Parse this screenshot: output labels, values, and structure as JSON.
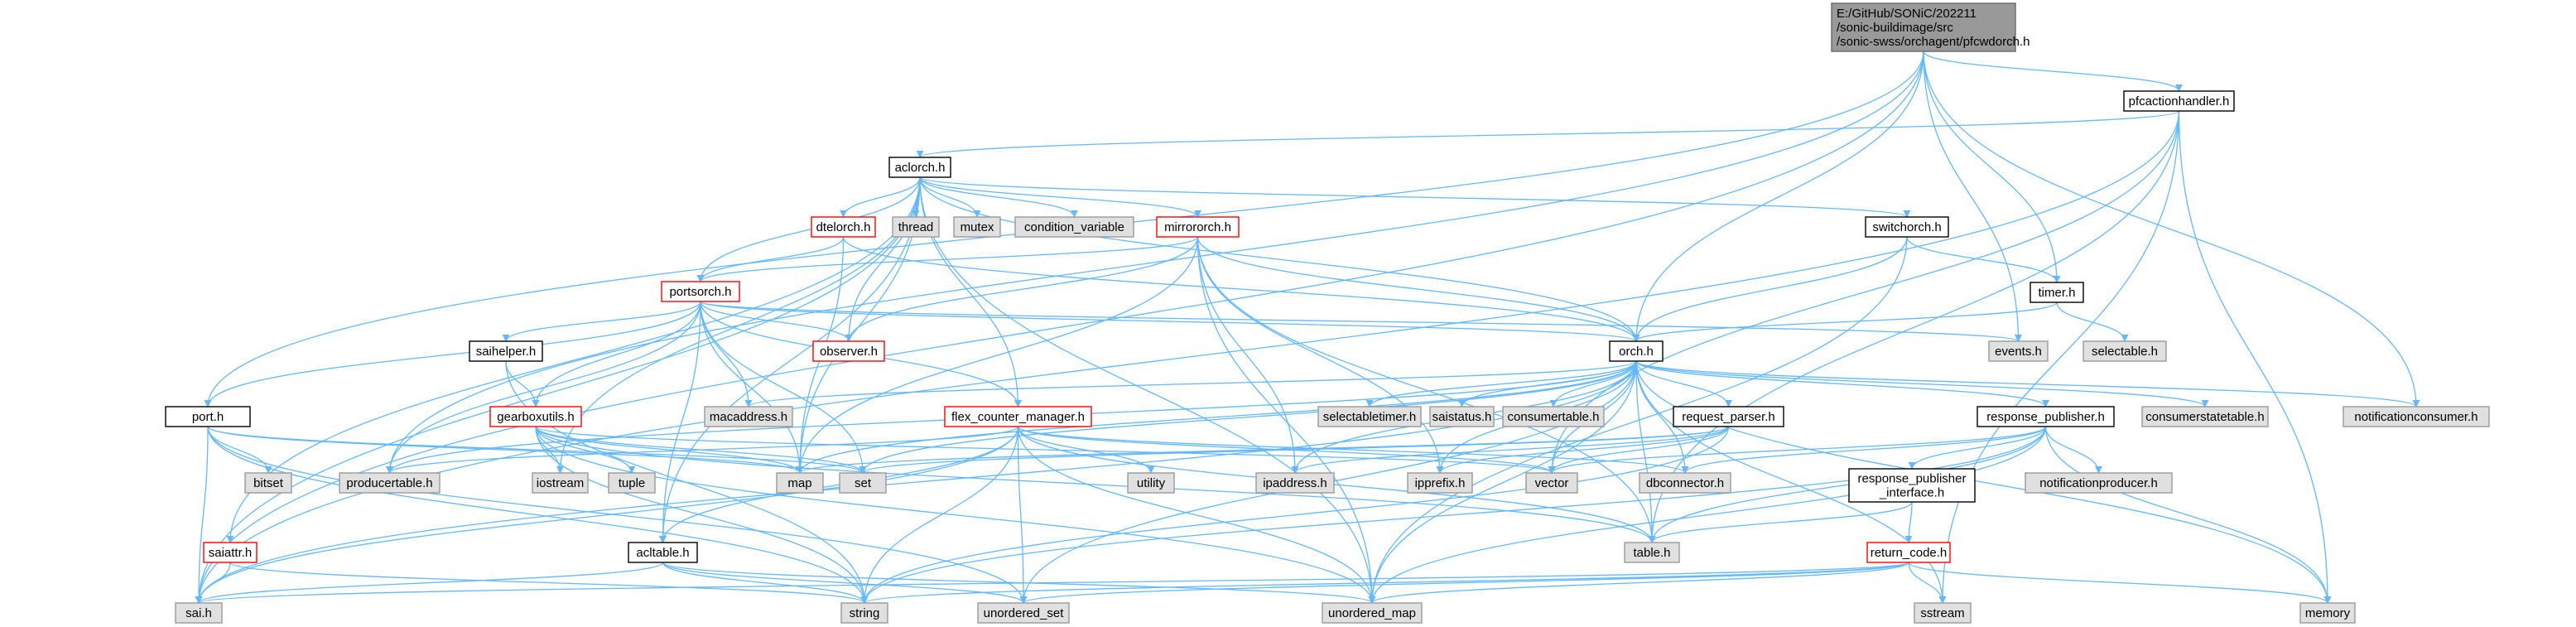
{
  "graph": {
    "title_lines": [
      "E:/GitHub/SONiC/202211",
      "/sonic-buildimage/src",
      "/sonic-swss/orchagent/pfcwdorch.h"
    ],
    "colors": {
      "background": "#ffffff",
      "edge": "#63b8ff",
      "root_fill": "#999999",
      "root_border": "#666666",
      "file_fill": "#ffffff",
      "file_border": "#000000",
      "truncated_border": "#ff0000",
      "external_fill": "#e0e0e0",
      "external_border": "#999999"
    },
    "nodes": {
      "root": {
        "lines": [
          "E:/GitHub/SONiC/202211",
          "/sonic-buildimage/src",
          "/sonic-swss/orchagent/pfcwdorch.h"
        ],
        "kind": "root"
      },
      "pfcactionhandler": {
        "lines": [
          "pfcactionhandler.h"
        ],
        "kind": "file"
      },
      "aclorch": {
        "lines": [
          "aclorch.h"
        ],
        "kind": "file"
      },
      "switchorch": {
        "lines": [
          "switchorch.h"
        ],
        "kind": "file"
      },
      "timer": {
        "lines": [
          "timer.h"
        ],
        "kind": "file"
      },
      "dtelorch": {
        "lines": [
          "dtelorch.h"
        ],
        "kind": "truncated"
      },
      "mirrororch": {
        "lines": [
          "mirrororch.h"
        ],
        "kind": "truncated"
      },
      "portsorch": {
        "lines": [
          "portsorch.h"
        ],
        "kind": "truncated"
      },
      "observer": {
        "lines": [
          "observer.h"
        ],
        "kind": "truncated"
      },
      "orch": {
        "lines": [
          "orch.h"
        ],
        "kind": "file"
      },
      "saihelper": {
        "lines": [
          "saihelper.h"
        ],
        "kind": "file"
      },
      "gearboxutils": {
        "lines": [
          "gearboxutils.h"
        ],
        "kind": "truncated"
      },
      "port": {
        "lines": [
          "port.h"
        ],
        "kind": "file"
      },
      "flex_counter_manager": {
        "lines": [
          "flex_counter_manager.h"
        ],
        "kind": "truncated"
      },
      "request_parser": {
        "lines": [
          "request_parser.h"
        ],
        "kind": "file"
      },
      "response_publisher": {
        "lines": [
          "response_publisher.h"
        ],
        "kind": "file"
      },
      "response_publisher_interface": {
        "lines": [
          "response_publisher",
          "_interface.h"
        ],
        "kind": "file"
      },
      "return_code": {
        "lines": [
          "return_code.h"
        ],
        "kind": "truncated"
      },
      "saiattr": {
        "lines": [
          "saiattr.h"
        ],
        "kind": "truncated"
      },
      "acltable": {
        "lines": [
          "acltable.h"
        ],
        "kind": "file"
      },
      "thread": {
        "lines": [
          "thread"
        ],
        "kind": "external"
      },
      "mutex": {
        "lines": [
          "mutex"
        ],
        "kind": "external"
      },
      "condition_variable": {
        "lines": [
          "condition_variable"
        ],
        "kind": "external"
      },
      "events": {
        "lines": [
          "events.h"
        ],
        "kind": "external"
      },
      "selectable": {
        "lines": [
          "selectable.h"
        ],
        "kind": "external"
      },
      "macaddress": {
        "lines": [
          "macaddress.h"
        ],
        "kind": "external"
      },
      "selectabletimer": {
        "lines": [
          "selectabletimer.h"
        ],
        "kind": "external"
      },
      "saistatus": {
        "lines": [
          "saistatus.h"
        ],
        "kind": "external"
      },
      "consumertable": {
        "lines": [
          "consumertable.h"
        ],
        "kind": "external"
      },
      "consumerstatetable": {
        "lines": [
          "consumerstatetable.h"
        ],
        "kind": "external"
      },
      "notificationconsumer": {
        "lines": [
          "notificationconsumer.h"
        ],
        "kind": "external"
      },
      "bitset": {
        "lines": [
          "bitset"
        ],
        "kind": "external"
      },
      "producertable": {
        "lines": [
          "producertable.h"
        ],
        "kind": "external"
      },
      "iostream": {
        "lines": [
          "iostream"
        ],
        "kind": "external"
      },
      "tuple": {
        "lines": [
          "tuple"
        ],
        "kind": "external"
      },
      "map": {
        "lines": [
          "map"
        ],
        "kind": "external"
      },
      "set": {
        "lines": [
          "set"
        ],
        "kind": "external"
      },
      "utility": {
        "lines": [
          "utility"
        ],
        "kind": "external"
      },
      "ipaddress": {
        "lines": [
          "ipaddress.h"
        ],
        "kind": "external"
      },
      "ipprefix": {
        "lines": [
          "ipprefix.h"
        ],
        "kind": "external"
      },
      "vector": {
        "lines": [
          "vector"
        ],
        "kind": "external"
      },
      "dbconnector": {
        "lines": [
          "dbconnector.h"
        ],
        "kind": "external"
      },
      "notificationproducer": {
        "lines": [
          "notificationproducer.h"
        ],
        "kind": "external"
      },
      "table": {
        "lines": [
          "table.h"
        ],
        "kind": "external"
      },
      "sai": {
        "lines": [
          "sai.h"
        ],
        "kind": "external"
      },
      "string": {
        "lines": [
          "string"
        ],
        "kind": "external"
      },
      "unordered_set": {
        "lines": [
          "unordered_set"
        ],
        "kind": "external"
      },
      "unordered_map": {
        "lines": [
          "unordered_map"
        ],
        "kind": "external"
      },
      "sstream": {
        "lines": [
          "sstream"
        ],
        "kind": "external"
      },
      "memory": {
        "lines": [
          "memory"
        ],
        "kind": "external"
      }
    },
    "edges": [
      [
        "root",
        "pfcactionhandler"
      ],
      [
        "root",
        "orch"
      ],
      [
        "root",
        "timer"
      ],
      [
        "root",
        "port"
      ],
      [
        "root",
        "sai"
      ],
      [
        "root",
        "producertable"
      ],
      [
        "root",
        "events"
      ],
      [
        "root",
        "notificationconsumer"
      ],
      [
        "pfcactionhandler",
        "aclorch"
      ],
      [
        "pfcactionhandler",
        "table"
      ],
      [
        "pfcactionhandler",
        "memory"
      ],
      [
        "pfcactionhandler",
        "sai"
      ],
      [
        "pfcactionhandler",
        "sstream"
      ],
      [
        "pfcactionhandler",
        "vector"
      ],
      [
        "aclorch",
        "thread"
      ],
      [
        "aclorch",
        "mutex"
      ],
      [
        "aclorch",
        "condition_variable"
      ],
      [
        "aclorch",
        "dtelorch"
      ],
      [
        "aclorch",
        "mirrororch"
      ],
      [
        "aclorch",
        "switchorch"
      ],
      [
        "aclorch",
        "portsorch"
      ],
      [
        "aclorch",
        "observer"
      ],
      [
        "aclorch",
        "orch"
      ],
      [
        "aclorch",
        "flex_counter_manager"
      ],
      [
        "aclorch",
        "acltable"
      ],
      [
        "aclorch",
        "saiattr"
      ],
      [
        "aclorch",
        "map"
      ],
      [
        "aclorch",
        "iostream"
      ],
      [
        "aclorch",
        "sai"
      ],
      [
        "aclorch",
        "unordered_map"
      ],
      [
        "dtelorch",
        "portsorch"
      ],
      [
        "dtelorch",
        "map"
      ],
      [
        "dtelorch",
        "orch"
      ],
      [
        "mirrororch",
        "portsorch"
      ],
      [
        "mirrororch",
        "observer"
      ],
      [
        "mirrororch",
        "orch"
      ],
      [
        "mirrororch",
        "map"
      ],
      [
        "mirrororch",
        "ipaddress"
      ],
      [
        "mirrororch",
        "ipprefix"
      ],
      [
        "mirrororch",
        "table"
      ],
      [
        "mirrororch",
        "unordered_map"
      ],
      [
        "switchorch",
        "orch"
      ],
      [
        "switchorch",
        "timer"
      ],
      [
        "switchorch",
        "unordered_map"
      ],
      [
        "timer",
        "selectable"
      ],
      [
        "timer",
        "orch"
      ],
      [
        "portsorch",
        "observer"
      ],
      [
        "portsorch",
        "orch"
      ],
      [
        "portsorch",
        "port"
      ],
      [
        "portsorch",
        "saihelper"
      ],
      [
        "portsorch",
        "gearboxutils"
      ],
      [
        "portsorch",
        "macaddress"
      ],
      [
        "portsorch",
        "flex_counter_manager"
      ],
      [
        "portsorch",
        "producertable"
      ],
      [
        "portsorch",
        "map"
      ],
      [
        "portsorch",
        "set"
      ],
      [
        "portsorch",
        "acltable"
      ],
      [
        "portsorch",
        "events"
      ],
      [
        "saihelper",
        "gearboxutils"
      ],
      [
        "saihelper",
        "string"
      ],
      [
        "gearboxutils",
        "iostream"
      ],
      [
        "gearboxutils",
        "tuple"
      ],
      [
        "gearboxutils",
        "map"
      ],
      [
        "gearboxutils",
        "set"
      ],
      [
        "gearboxutils",
        "string"
      ],
      [
        "gearboxutils",
        "vector"
      ],
      [
        "gearboxutils",
        "table"
      ],
      [
        "gearboxutils",
        "unordered_map"
      ],
      [
        "orch",
        "map"
      ],
      [
        "orch",
        "set"
      ],
      [
        "orch",
        "macaddress"
      ],
      [
        "orch",
        "selectabletimer"
      ],
      [
        "orch",
        "saistatus"
      ],
      [
        "orch",
        "consumertable"
      ],
      [
        "orch",
        "consumerstatetable"
      ],
      [
        "orch",
        "notificationconsumer"
      ],
      [
        "orch",
        "request_parser"
      ],
      [
        "orch",
        "response_publisher"
      ],
      [
        "orch",
        "sai"
      ],
      [
        "orch",
        "memory"
      ],
      [
        "orch",
        "vector"
      ],
      [
        "orch",
        "dbconnector"
      ],
      [
        "orch",
        "table"
      ],
      [
        "orch",
        "unordered_set"
      ],
      [
        "orch",
        "unordered_map"
      ],
      [
        "orch",
        "ipaddress"
      ],
      [
        "orch",
        "ipprefix"
      ],
      [
        "orch",
        "producertable"
      ],
      [
        "orch",
        "sstream"
      ],
      [
        "request_parser",
        "ipaddress"
      ],
      [
        "request_parser",
        "ipprefix"
      ],
      [
        "request_parser",
        "vector"
      ],
      [
        "request_parser",
        "map"
      ],
      [
        "request_parser",
        "set"
      ],
      [
        "request_parser",
        "string"
      ],
      [
        "response_publisher",
        "dbconnector"
      ],
      [
        "response_publisher",
        "notificationproducer"
      ],
      [
        "response_publisher",
        "response_publisher_interface"
      ],
      [
        "response_publisher",
        "table"
      ],
      [
        "response_publisher",
        "memory"
      ],
      [
        "response_publisher",
        "string"
      ],
      [
        "response_publisher",
        "vector"
      ],
      [
        "response_publisher",
        "unordered_map"
      ],
      [
        "response_publisher_interface",
        "return_code"
      ],
      [
        "response_publisher_interface",
        "table"
      ],
      [
        "return_code",
        "sai"
      ],
      [
        "return_code",
        "string"
      ],
      [
        "return_code",
        "sstream"
      ],
      [
        "return_code",
        "memory"
      ],
      [
        "return_code",
        "unordered_map"
      ],
      [
        "return_code",
        "unordered_set"
      ],
      [
        "port",
        "bitset"
      ],
      [
        "port",
        "set"
      ],
      [
        "port",
        "map"
      ],
      [
        "port",
        "string"
      ],
      [
        "port",
        "sai"
      ],
      [
        "port",
        "unordered_set"
      ],
      [
        "flex_counter_manager",
        "string"
      ],
      [
        "flex_counter_manager",
        "unordered_set"
      ],
      [
        "flex_counter_manager",
        "unordered_map"
      ],
      [
        "flex_counter_manager",
        "utility"
      ],
      [
        "flex_counter_manager",
        "dbconnector"
      ],
      [
        "flex_counter_manager",
        "producertable"
      ],
      [
        "flex_counter_manager",
        "table"
      ],
      [
        "flex_counter_manager",
        "sai"
      ],
      [
        "flex_counter_manager",
        "vector"
      ],
      [
        "flex_counter_manager",
        "acltable"
      ],
      [
        "saiattr",
        "sai"
      ],
      [
        "saiattr",
        "string"
      ],
      [
        "acltable",
        "sai"
      ],
      [
        "acltable",
        "string"
      ],
      [
        "acltable",
        "unordered_set"
      ],
      [
        "acltable",
        "unordered_map"
      ]
    ]
  }
}
